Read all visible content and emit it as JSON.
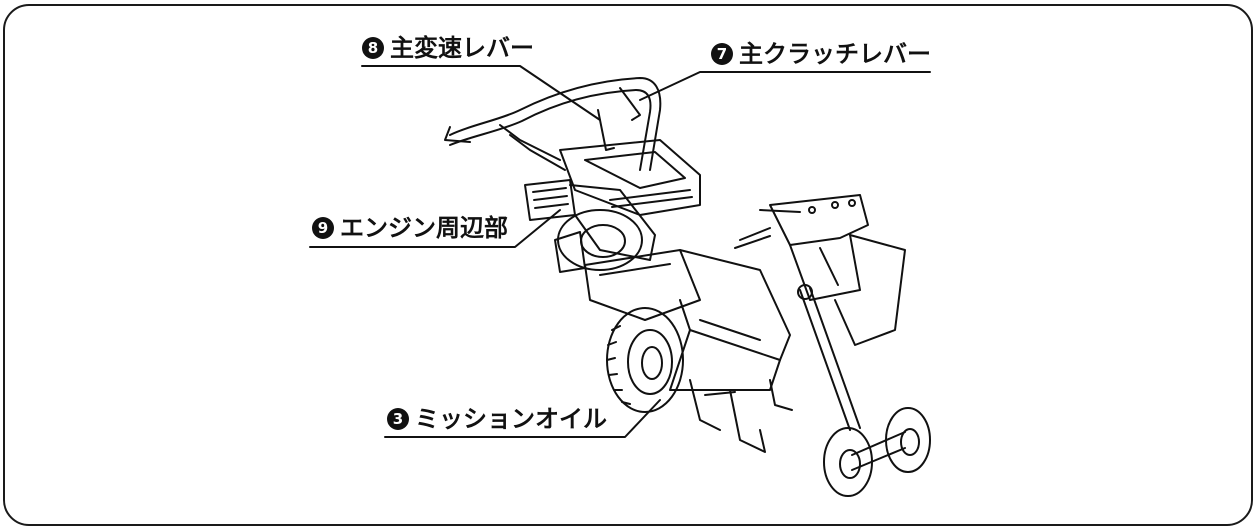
{
  "callouts": [
    {
      "number": "8",
      "label": "主変速レバー"
    },
    {
      "number": "7",
      "label": "主クラッチレバー"
    },
    {
      "number": "9",
      "label": "エンジン周辺部"
    },
    {
      "number": "3",
      "label": "ミッションオイル"
    }
  ],
  "colors": {
    "ink": "#111111",
    "paper": "#ffffff",
    "frame": "#1a1a1a"
  }
}
